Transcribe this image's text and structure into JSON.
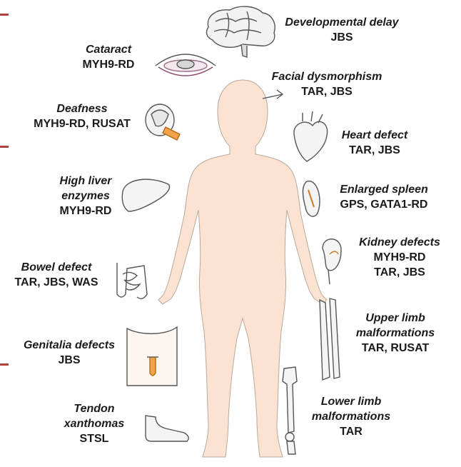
{
  "colors": {
    "skin": "#fbe2d1",
    "outline": "#5a5a5a",
    "accent": "#b0413e",
    "text": "#1b1b1b"
  },
  "labels": {
    "cataract": {
      "title": "Cataract",
      "genes": "MYH9-RD"
    },
    "deafness": {
      "title": "Deafness",
      "genes": "MYH9-RD, RUSAT"
    },
    "liver": {
      "title_l1": "High liver",
      "title_l2": "enzymes",
      "genes": "MYH9-RD"
    },
    "bowel": {
      "title": "Bowel defect",
      "genes": "TAR, JBS, WAS"
    },
    "genitalia": {
      "title": "Genitalia defects",
      "genes": "JBS"
    },
    "tendon": {
      "title_l1": "Tendon",
      "title_l2": "xanthomas",
      "genes": "STSL"
    },
    "dev_delay": {
      "title": "Developmental delay",
      "genes": "JBS"
    },
    "facial": {
      "title": "Facial dysmorphism",
      "genes": "TAR, JBS"
    },
    "heart": {
      "title": "Heart  defect",
      "genes": "TAR, JBS"
    },
    "spleen": {
      "title": "Enlarged spleen",
      "genes": "GPS, GATA1-RD"
    },
    "kidney": {
      "title": "Kidney defects",
      "genes_l1": "MYH9-RD",
      "genes_l2": "TAR, JBS"
    },
    "upper_limb": {
      "title_l1": "Upper limb",
      "title_l2": "malformations",
      "genes": "TAR, RUSAT"
    },
    "lower_limb": {
      "title_l1": "Lower limb",
      "title_l2": "malformations",
      "genes": "TAR"
    }
  }
}
